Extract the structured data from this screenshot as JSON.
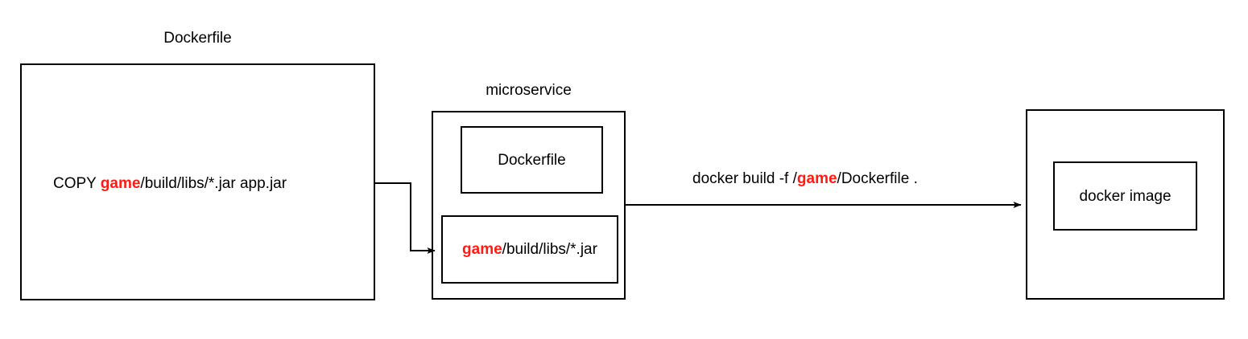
{
  "diagram": {
    "title_left": "Dockerfile",
    "title_microservice": "microservice",
    "left_box": {
      "name": "dockerfile-box",
      "text_prefix": "COPY ",
      "text_highlight": "game",
      "text_suffix": "/build/libs/*.jar app.jar"
    },
    "microservice_box": {
      "name": "microservice-box",
      "inner_dockerfile_label": "Dockerfile",
      "inner_artifact": {
        "text_prefix": "",
        "text_highlight": "game",
        "text_suffix": "/build/libs/*.jar"
      }
    },
    "build_command": {
      "text_prefix": "docker build -f /",
      "text_highlight": "game",
      "text_suffix": "/Dockerfile ."
    },
    "image_box": {
      "name": "docker-image-box",
      "inner_label": "docker image"
    },
    "colors": {
      "highlight": "#ff1a12",
      "stroke": "#000000",
      "background": "#ffffff"
    }
  }
}
